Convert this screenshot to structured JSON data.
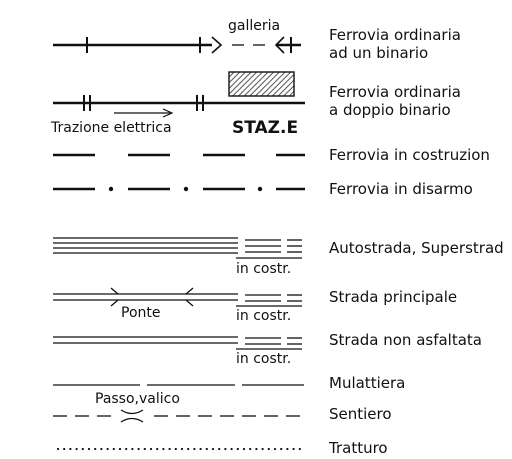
{
  "legend": {
    "rows": [
      {
        "key": "ferrovia-binario-singolo",
        "label_lines": [
          "Ferrovia ordinaria",
          "ad un binario"
        ],
        "annotation": "galleria"
      },
      {
        "key": "ferrovia-doppio-binario",
        "label_lines": [
          "Ferrovia ordinaria",
          "a doppio binario"
        ],
        "annotations": [
          "Trazione elettrica",
          "STAZ.E"
        ]
      },
      {
        "key": "ferrovia-costruzione",
        "label_lines": [
          "Ferrovia in costruzion"
        ]
      },
      {
        "key": "ferrovia-disarmo",
        "label_lines": [
          "Ferrovia in disarmo"
        ]
      },
      {
        "key": "autostrada",
        "label_lines": [
          "Autostrada, Superstrad"
        ],
        "annotation": "in costr."
      },
      {
        "key": "strada-principale",
        "label_lines": [
          "Strada principale"
        ],
        "annotations": [
          "Ponte",
          "in costr."
        ]
      },
      {
        "key": "strada-non-asfaltata",
        "label_lines": [
          "Strada non asfaltata"
        ],
        "annotation": "in costr."
      },
      {
        "key": "mulattiera",
        "label_lines": [
          "Mulattiera"
        ]
      },
      {
        "key": "sentiero",
        "label_lines": [
          "Sentiero"
        ],
        "annotation": "Passo,valico"
      },
      {
        "key": "tratturo",
        "label_lines": [
          "Tratturo"
        ]
      }
    ]
  },
  "colors": {
    "ink": "#111111",
    "hatch": "#555555",
    "background": "#ffffff"
  }
}
